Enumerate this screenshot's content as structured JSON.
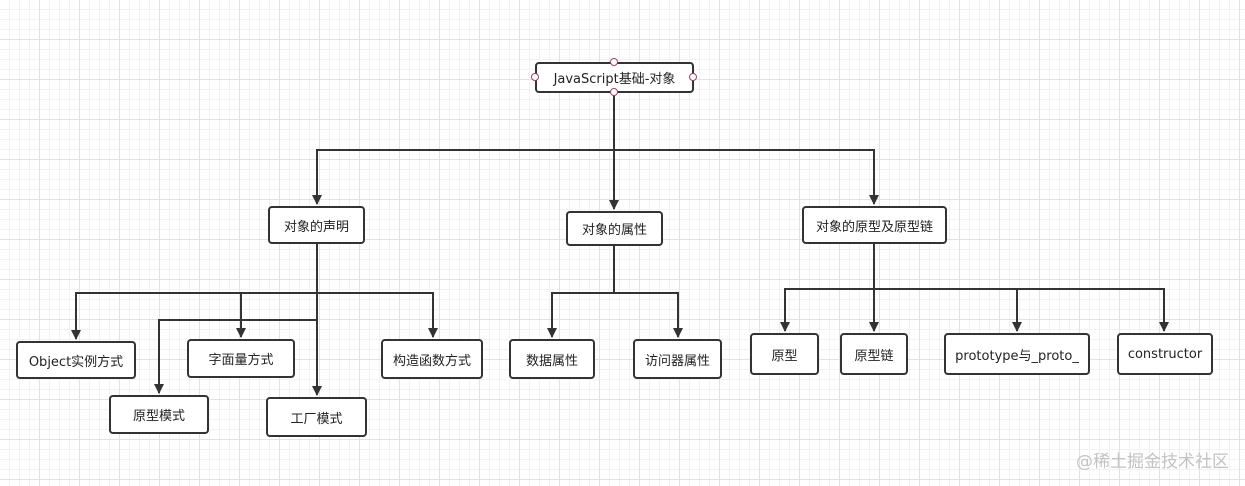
{
  "diagram": {
    "root": {
      "label": "JavaScript基础-对象"
    },
    "branches": [
      {
        "label": "对象的声明",
        "children": [
          "Object实例方式",
          "字面量方式",
          "原型模式",
          "工厂模式",
          "构造函数方式"
        ]
      },
      {
        "label": "对象的属性",
        "children": [
          "数据属性",
          "访问器属性"
        ]
      },
      {
        "label": "对象的原型及原型链",
        "children": [
          "原型",
          "原型链",
          "prototype与_proto_",
          "constructor"
        ]
      }
    ]
  },
  "watermark": "@稀土掘金技术社区"
}
